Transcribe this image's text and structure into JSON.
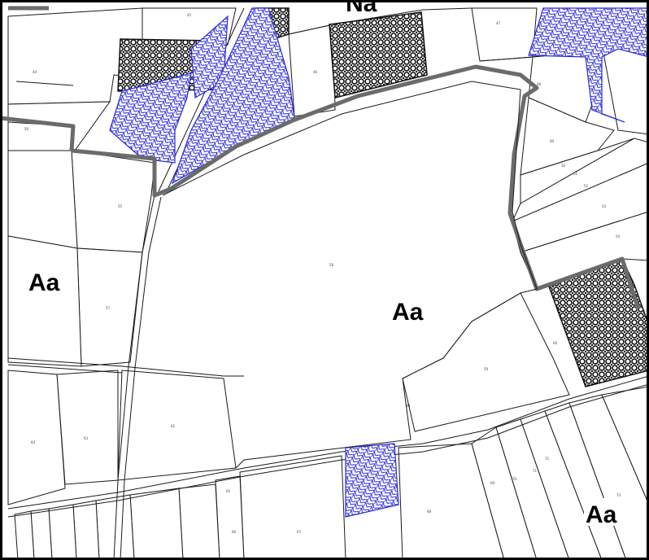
{
  "map": {
    "zone_labels": {
      "top": "Na",
      "left": "Aa",
      "center": "Aa",
      "bottom_right": "Aa"
    },
    "legend_patterns": {
      "black_circles": "#111111",
      "blue_hatch": "#2a2ad8",
      "boundary": "#6b6b6b"
    },
    "parcel_numbers": {
      "p1": "44",
      "p2": "45",
      "p3": "46",
      "p4": "47",
      "p5": "48",
      "p6": "49",
      "p7": "50",
      "p8": "51",
      "p9": "52",
      "p10": "53",
      "p11": "54",
      "p12": "55",
      "p13": "56",
      "p14": "57",
      "p15": "58",
      "p16": "59",
      "p17": "60",
      "p18": "61",
      "p19": "62",
      "p20": "63",
      "p21": "64",
      "p22": "65",
      "p23": "66",
      "p24": "67",
      "p25": "68",
      "p26": "69",
      "p27": "70",
      "p28": "71",
      "p29": "72",
      "p30": "73"
    }
  }
}
